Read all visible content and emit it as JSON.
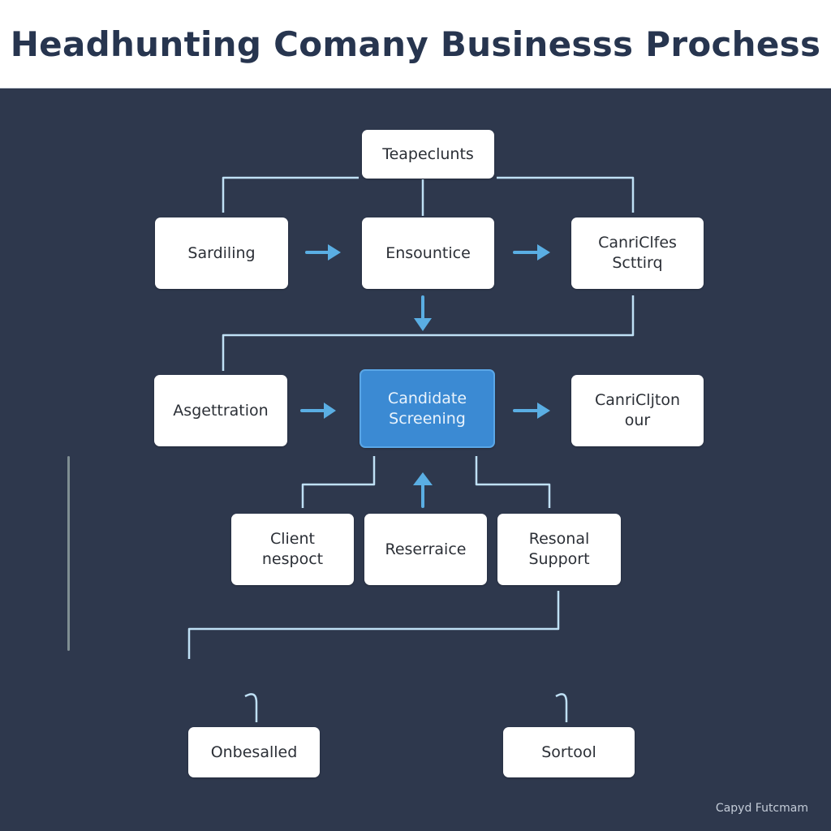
{
  "title": "Headhunting Comany Businesss Prochess",
  "credit": "Capyd Futcmam",
  "colors": {
    "background": "#2e384d",
    "node": "#ffffff",
    "highlight": "#3b8ad3",
    "connector": "#bfe0f5",
    "arrow": "#5aaee3"
  },
  "nodes": {
    "top": "Teapeclunts",
    "row1_left": "Sardiling",
    "row1_center": "Ensountice",
    "row1_right": "CanriClfes\nScttirq",
    "row2_left": "Asgettration",
    "row2_center": "Candidate\nScreening",
    "row2_right": "CanriCljton\nour",
    "row3_left": "Client\nnespoct",
    "row3_center": "Reserraice",
    "row3_right": "Resonal\nSupport",
    "bottom_left": "Onbesalled",
    "bottom_right": "Sortool"
  }
}
